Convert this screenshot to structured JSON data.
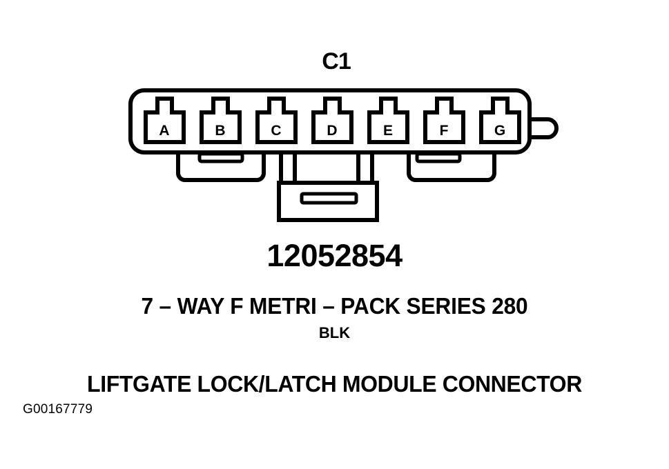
{
  "diagram": {
    "reference_designator": "C1",
    "terminals": [
      {
        "label": "A"
      },
      {
        "label": "B"
      },
      {
        "label": "C"
      },
      {
        "label": "D"
      },
      {
        "label": "E"
      },
      {
        "label": "F"
      },
      {
        "label": "G"
      }
    ],
    "terminal_count": 7
  },
  "caption": {
    "part_number": "12052854",
    "specification": "7 – WAY F METRI – PACK SERIES 280",
    "color_code": "BLK",
    "title": "LIFTGATE LOCK/LATCH MODULE CONNECTOR",
    "figure_id": "G00167779"
  },
  "colors": {
    "ink": "#000000",
    "background": "#ffffff"
  }
}
